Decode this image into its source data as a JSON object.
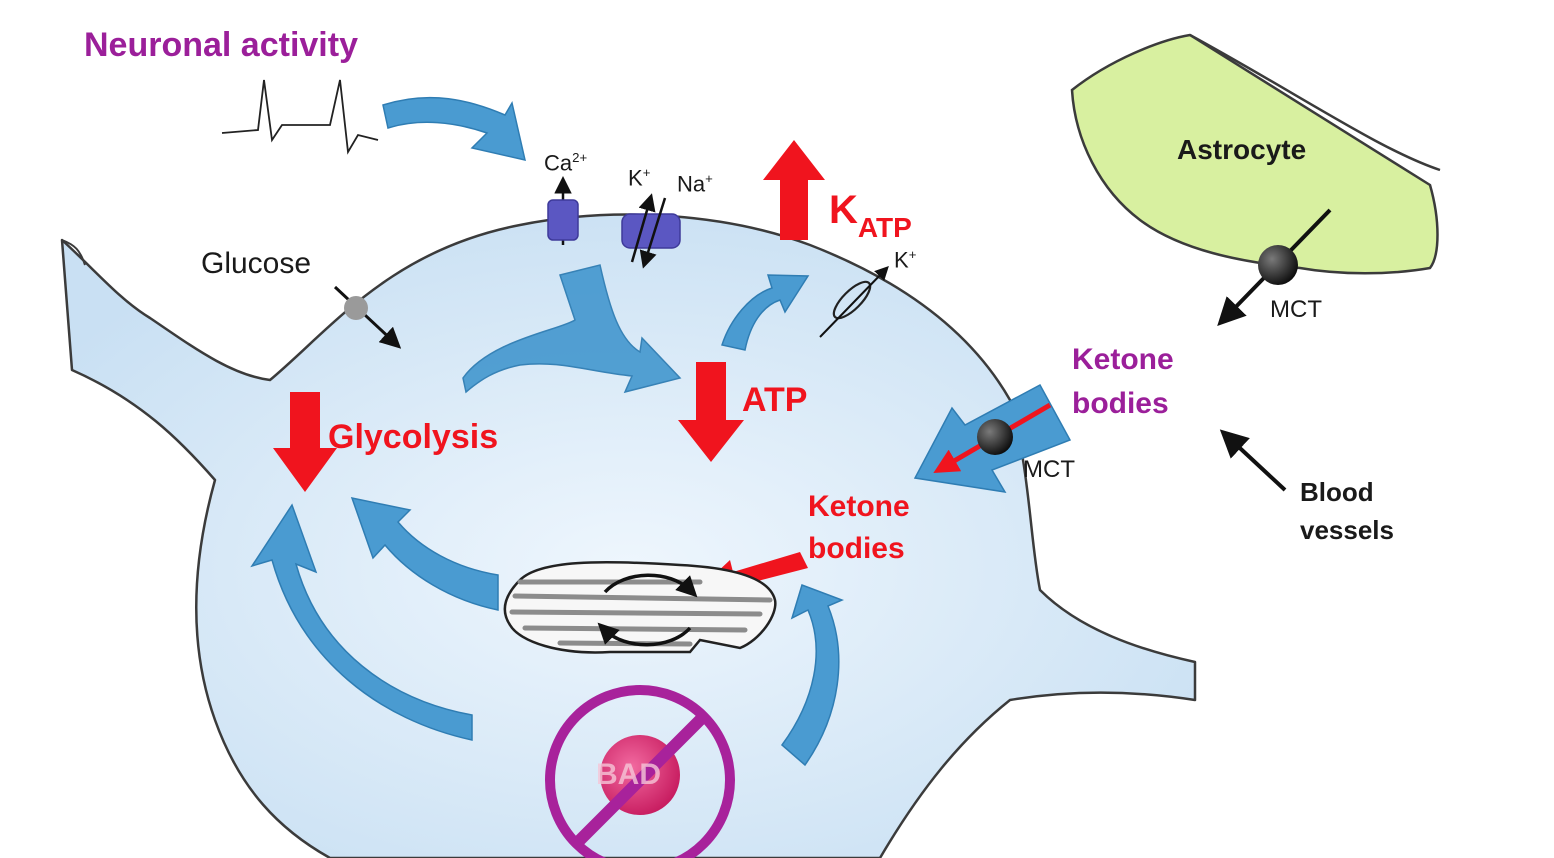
{
  "labels": {
    "neuronal_activity": "Neuronal activity",
    "glucose": "Glucose",
    "ca": "Ca",
    "ca_charge": "2+",
    "k_in": "K",
    "k_in_charge": "+",
    "na": "Na",
    "na_charge": "+",
    "katp_k": "K",
    "katp_sub": "ATP",
    "k_out": "K",
    "k_out_charge": "+",
    "atp": "ATP",
    "glycolysis": "Glycolysis",
    "astrocyte": "Astrocyte",
    "mct_astrocyte": "MCT",
    "mct_neuron": "MCT",
    "ketone_bodies_outside_1": "Ketone",
    "ketone_bodies_outside_2": "bodies",
    "ketone_bodies_inside_1": "Ketone",
    "ketone_bodies_inside_2": "bodies",
    "blood_vessels_1": "Blood",
    "blood_vessels_2": "vessels",
    "bad_badge": "BAD"
  },
  "colors": {
    "purple_text": "#9b1f9a",
    "red_text": "#f0141e",
    "neuron_fill": "#d9ebf8",
    "membrane": "#3b3b3b",
    "blue_arrow": "#4a9bd1",
    "astrocyte_fill": "#d8f0a0",
    "channel": "#5b57c2",
    "no_sign": "#a8229b",
    "badge": "#d6206a"
  }
}
